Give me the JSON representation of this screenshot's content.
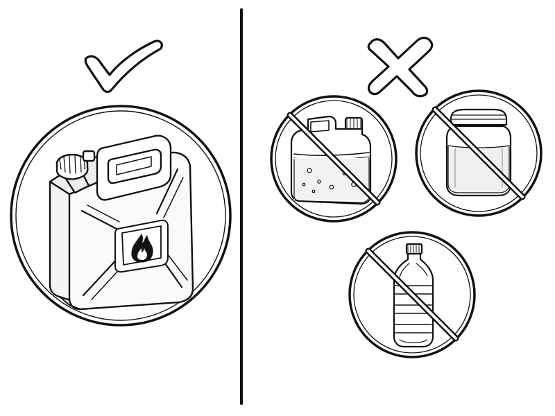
{
  "figure": {
    "left_panel": {
      "verdict_icon": "check-mark-icon",
      "item_icon": "jerrycan-icon",
      "label_symbol": "flame-icon"
    },
    "right_panel": {
      "verdict_icon": "x-mark-icon",
      "items": [
        {
          "icon": "plastic-jug-icon",
          "status": "prohibited"
        },
        {
          "icon": "glass-jar-icon",
          "status": "prohibited"
        },
        {
          "icon": "plastic-bottle-icon",
          "status": "prohibited"
        }
      ]
    },
    "colors": {
      "ink": "#111111",
      "background": "#ffffff",
      "fill": "#f2f2f2"
    }
  }
}
